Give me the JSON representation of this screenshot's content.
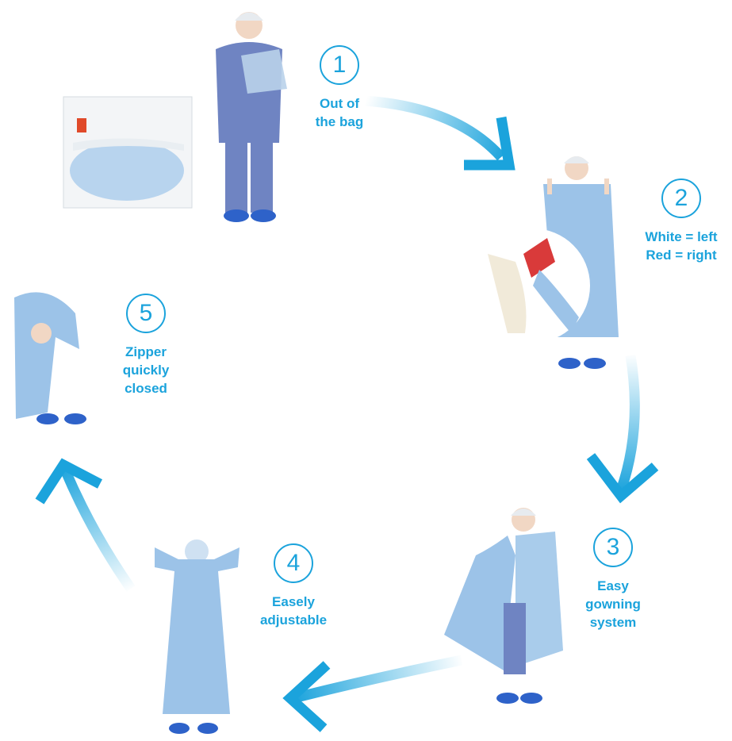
{
  "colors": {
    "accent": "#1ba3dc",
    "gown": "#9cc3e8",
    "scrubs": "#6f84c2",
    "shoe": "#2e62c9",
    "skin": "#f1d7c4"
  },
  "steps": [
    {
      "number": "1",
      "lines": [
        "Out of",
        "the bag"
      ]
    },
    {
      "number": "2",
      "lines": [
        "White = left",
        "Red = right"
      ]
    },
    {
      "number": "3",
      "lines": [
        "Easy",
        "gowning",
        "system"
      ]
    },
    {
      "number": "4",
      "lines": [
        "Easely",
        "adjustable"
      ]
    },
    {
      "number": "5",
      "lines": [
        "Zipper",
        "quickly",
        "closed"
      ]
    }
  ]
}
